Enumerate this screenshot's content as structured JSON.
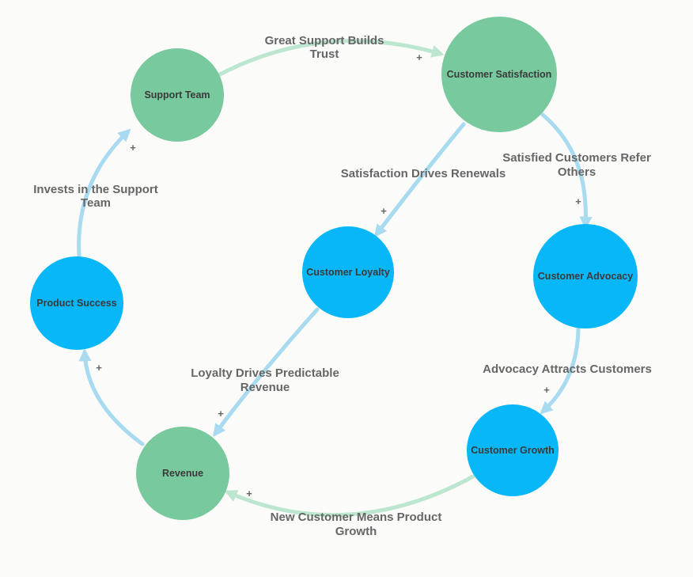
{
  "colors": {
    "green_node": "#79c99e",
    "blue_node": "#08b7f7",
    "green_edge": "#bde6cf",
    "blue_edge": "#a8daf0"
  },
  "nodes": {
    "support_team": {
      "label": "Support Team",
      "color": "#79c99e"
    },
    "customer_satisfaction": {
      "label": "Customer Satisfaction",
      "color": "#79c99e"
    },
    "customer_loyalty": {
      "label": "Customer Loyalty",
      "color": "#08b7f7"
    },
    "customer_advocacy": {
      "label": "Customer Advocacy",
      "color": "#08b7f7"
    },
    "customer_growth": {
      "label": "Customer Growth",
      "color": "#08b7f7"
    },
    "revenue": {
      "label": "Revenue",
      "color": "#79c99e"
    },
    "product_success": {
      "label": "Product Success",
      "color": "#08b7f7"
    }
  },
  "edges": {
    "support_to_satisfaction": {
      "label": [
        "Great Support Builds",
        "Trust"
      ],
      "polarity": "+",
      "color": "#bde6cf"
    },
    "satisfaction_to_loyalty": {
      "label": [
        "Satisfaction Drives Renewals"
      ],
      "polarity": "+",
      "color": "#a8daf0"
    },
    "satisfaction_to_advocacy": {
      "label": [
        "Satisfied Customers Refer",
        "Others"
      ],
      "polarity": "+",
      "color": "#a8daf0"
    },
    "advocacy_to_growth": {
      "label": [
        "Advocacy Attracts Customers"
      ],
      "polarity": "+",
      "color": "#a8daf0"
    },
    "growth_to_revenue": {
      "label": [
        "New Customer Means Product",
        "Growth"
      ],
      "polarity": "+",
      "color": "#bde6cf"
    },
    "loyalty_to_revenue": {
      "label": [
        "Loyalty Drives Predictable",
        "Revenue"
      ],
      "polarity": "+",
      "color": "#a8daf0"
    },
    "revenue_to_product": {
      "label": [],
      "polarity": "+",
      "color": "#a8daf0"
    },
    "product_to_support": {
      "label": [
        "Invests in the Support",
        "Team"
      ],
      "polarity": "+",
      "color": "#a8daf0"
    }
  }
}
